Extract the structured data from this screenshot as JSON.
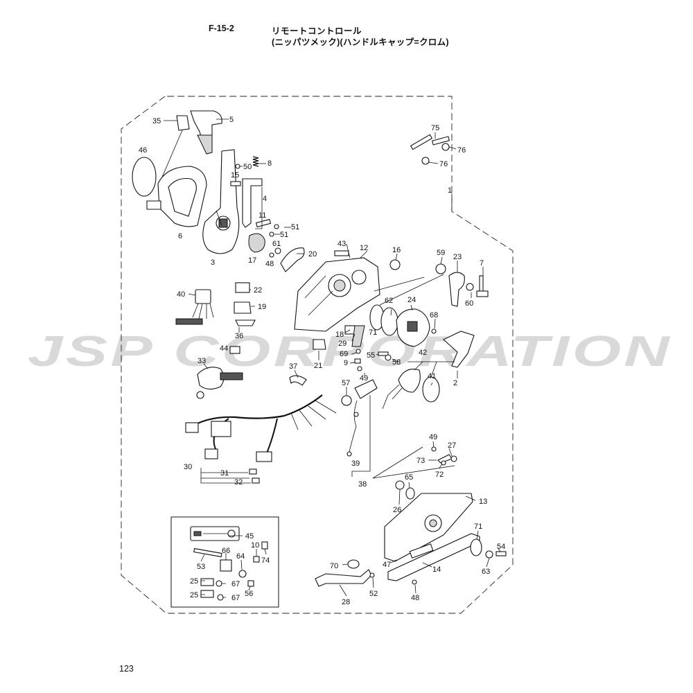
{
  "header": {
    "code": "F-15-2",
    "title_line1": "リモートコントロール",
    "title_line2": "(ニッパツメック)(ハンドルキャップ=クロム)"
  },
  "watermark": "JSP CORPORATION",
  "page_number": "123",
  "parts": {
    "p1": "1",
    "p2": "2",
    "p3": "3",
    "p4": "4",
    "p5": "5",
    "p6": "6",
    "p7": "7",
    "p8": "8",
    "p9": "9",
    "p10": "10",
    "p11": "11",
    "p12": "12",
    "p13": "13",
    "p14": "14",
    "p15": "15",
    "p16": "16",
    "p17": "17",
    "p18": "18",
    "p19": "19",
    "p20": "20",
    "p21": "21",
    "p22": "22",
    "p23": "23",
    "p24": "24",
    "p25a": "25",
    "p25b": "25",
    "p26": "26",
    "p27": "27",
    "p28": "28",
    "p29": "29",
    "p30": "30",
    "p31": "31",
    "p32": "32",
    "p33": "33",
    "p35": "35",
    "p36": "36",
    "p37": "37",
    "p38": "38",
    "p39": "39",
    "p40": "40",
    "p41": "41",
    "p42": "42",
    "p43": "43",
    "p44": "44",
    "p45": "45",
    "p46": "46",
    "p47": "47",
    "p48a": "48",
    "p48b": "48",
    "p49a": "49",
    "p49b": "49",
    "p50": "50",
    "p51a": "51",
    "p51b": "51",
    "p52": "52",
    "p53": "53",
    "p54": "54",
    "p55": "55",
    "p56": "56",
    "p57": "57",
    "p58": "58",
    "p59": "59",
    "p60": "60",
    "p61": "61",
    "p62": "62",
    "p63": "63",
    "p64": "64",
    "p65": "65",
    "p66": "66",
    "p67a": "67",
    "p67b": "67",
    "p68": "68",
    "p69": "69",
    "p70": "70",
    "p71a": "71",
    "p71b": "71",
    "p72": "72",
    "p73": "73",
    "p74": "74",
    "p75": "75",
    "p76a": "76",
    "p76b": "76"
  }
}
